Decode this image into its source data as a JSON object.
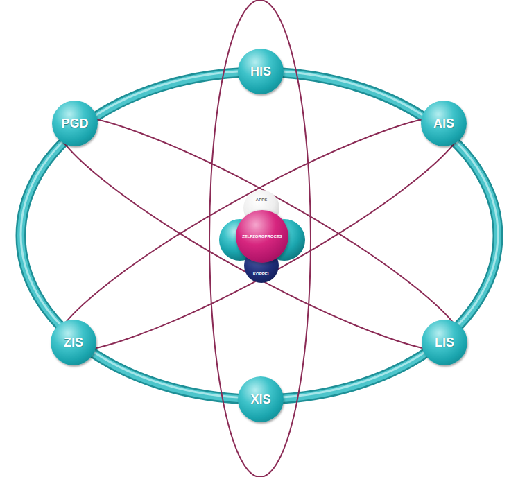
{
  "diagram": {
    "nodes": [
      {
        "text": [
          "HIS"
        ]
      },
      {
        "text": [
          "PGD"
        ]
      },
      {
        "text": [
          "AIS"
        ]
      },
      {
        "text": [
          "APPS"
        ]
      },
      {
        "text": [
          "ZELFZORGPROCES"
        ]
      },
      {
        "text": [
          "KOPPEL"
        ]
      },
      {
        "text": [
          "ZIS"
        ]
      },
      {
        "text": [
          "LIS"
        ]
      },
      {
        "text": [
          "XIS"
        ]
      }
    ]
  }
}
